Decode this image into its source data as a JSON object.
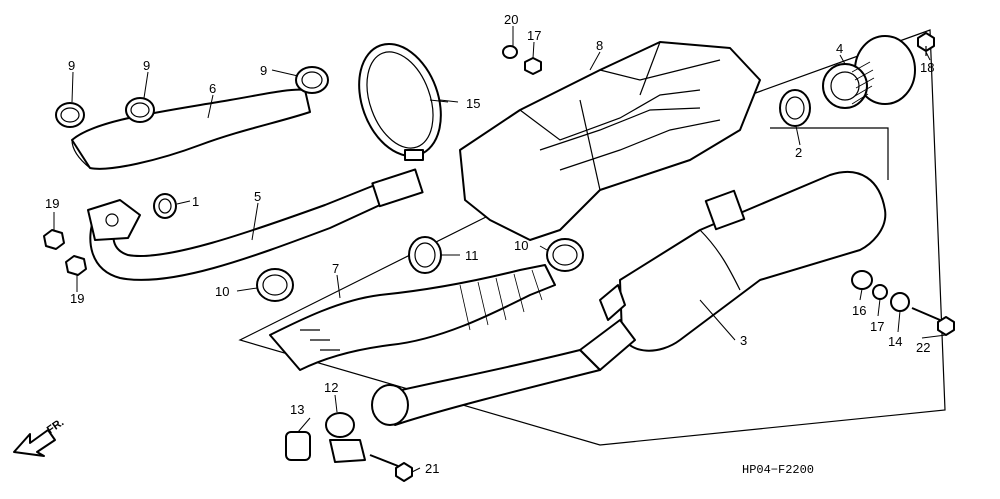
{
  "callouts": {
    "c1": "1",
    "c2": "2",
    "c3": "3",
    "c4": "4",
    "c5": "5",
    "c6": "6",
    "c7": "7",
    "c8": "8",
    "c9a": "9",
    "c9b": "9",
    "c9c": "9",
    "c10a": "10",
    "c10b": "10",
    "c11": "11",
    "c12": "12",
    "c13": "13",
    "c14": "14",
    "c15": "15",
    "c16": "16",
    "c17a": "17",
    "c17b": "17",
    "c18": "18",
    "c19a": "19",
    "c19b": "19",
    "c20": "20",
    "c21": "21",
    "c22": "22"
  },
  "footer": {
    "code": "HP04−F2200"
  },
  "direction": {
    "label": "FR."
  }
}
